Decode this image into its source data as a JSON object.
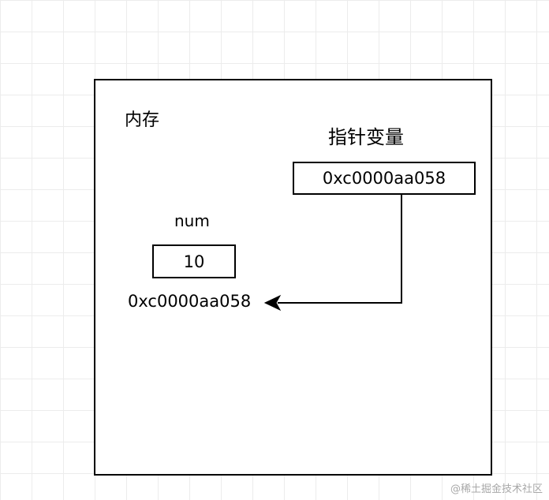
{
  "diagram": {
    "memory_label": "内存",
    "pointer_variable_label": "指针变量",
    "pointer_value": "0xc0000aa058",
    "variable_name": "num",
    "variable_value": "10",
    "variable_address": "0xc0000aa058"
  },
  "watermark": "@稀土掘金技术社区",
  "colors": {
    "stroke": "#000000",
    "grid": "#ececec",
    "watermark": "#a8a8a8"
  }
}
